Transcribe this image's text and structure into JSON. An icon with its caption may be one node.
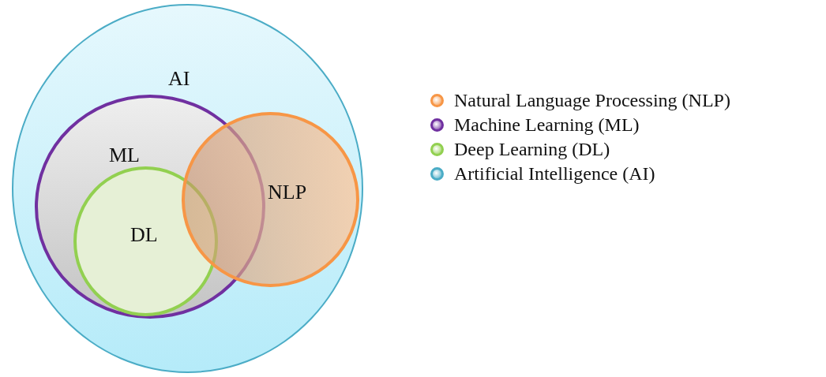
{
  "diagram": {
    "nodes": [
      {
        "text": [
          "AI"
        ]
      },
      {
        "text": [
          "ML"
        ],
        "in": 0
      },
      {
        "text": [
          "DL"
        ],
        "in": 1
      },
      {
        "text": [
          "NLP"
        ],
        "in": 0
      }
    ],
    "legend": [
      {
        "text": "Natural Language Processing (NLP)",
        "color": "#f79646"
      },
      {
        "text": "Machine Learning (ML)",
        "color": "#7030a0"
      },
      {
        "text": "Deep Learning (DL)",
        "color": "#92d050"
      },
      {
        "text": "Artificial Intelligence (AI)",
        "color": "#4bacc6"
      }
    ]
  }
}
